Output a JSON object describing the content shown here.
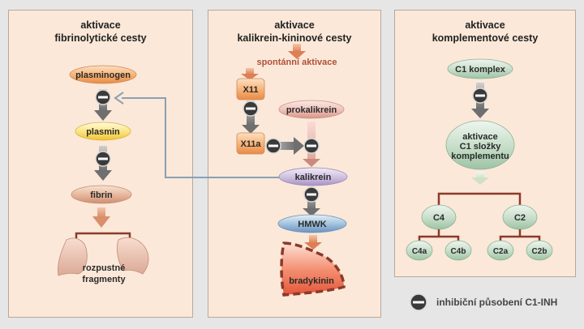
{
  "panels": {
    "fibrinolytic": {
      "title_line1": "aktivace",
      "title_line2": "fibrinolytické cesty"
    },
    "kallikrein": {
      "title_line1": "aktivace",
      "title_line2": "kalikrein-kininové cesty"
    },
    "complement": {
      "title_line1": "aktivace",
      "title_line2": "komplementové cesty"
    }
  },
  "nodes": {
    "plasminogen": "plasminogen",
    "plasmin": "plasmin",
    "fibrin": "fibrin",
    "fragments_line1": "rozpustné",
    "fragments_line2": "fragmenty",
    "spontaneous": "spontánní aktivace",
    "x11": "X11",
    "x11a": "X11a",
    "prekallikrein": "prokalikrein",
    "kallikrein": "kalikrein",
    "hmwk": "HMWK",
    "bradykinin": "bradykinin",
    "c1_complex": "C1 komplex",
    "activation_line1": "aktivace",
    "activation_line2": "C1 složky",
    "activation_line3": "komplementu",
    "c4": "C4",
    "c2": "C2",
    "c4a": "C4a",
    "c4b": "C4b",
    "c2a": "C2a",
    "c2b": "C2b"
  },
  "legend": {
    "label": "inhibiční působení  C1-INH"
  },
  "colors": {
    "panel_bg": "#fbe8d8",
    "inhibitor": "#3a3a3a",
    "bracket": "#8b3a2a",
    "feedback_arrow": "#8aa0b4",
    "spontaneous_text": "#b0503a"
  }
}
